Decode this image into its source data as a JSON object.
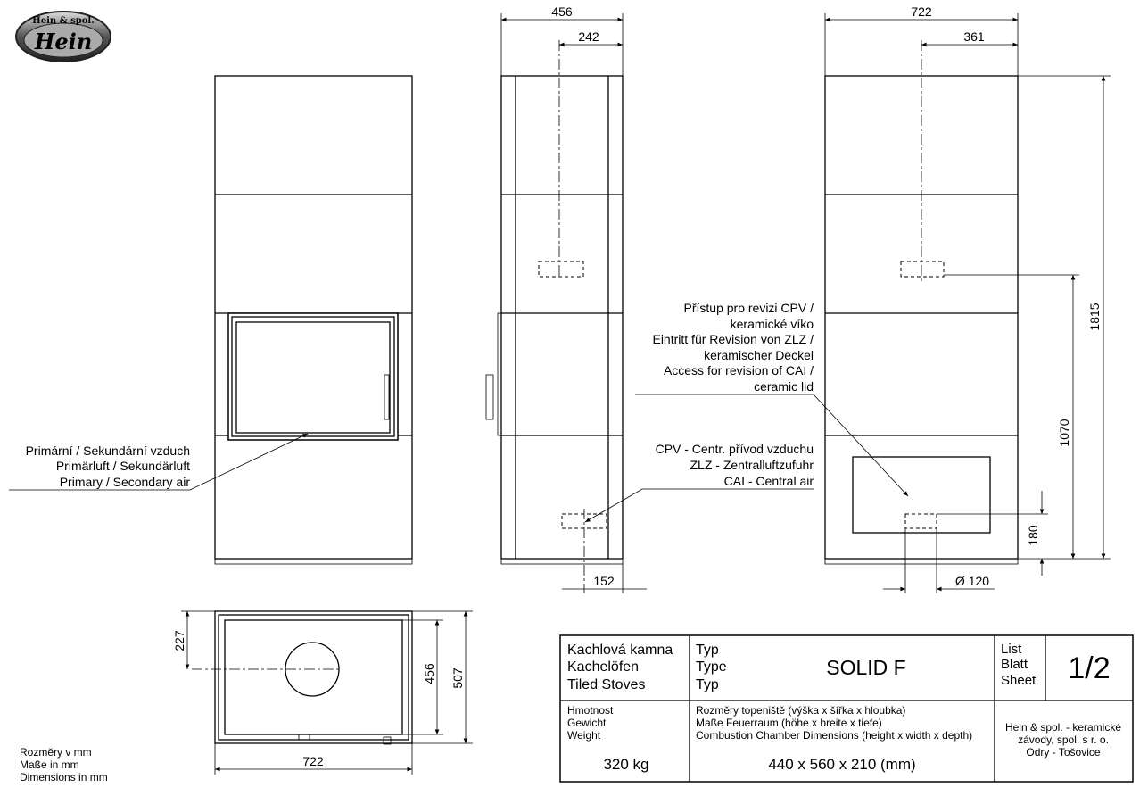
{
  "logo": {
    "top": "Hein & spol.",
    "main": "Hein"
  },
  "front_view": {
    "air_label": [
      "Primární / Sekundární vzduch",
      "Primärluft / Sekundärluft",
      "Primary / Secondary air"
    ]
  },
  "side_view": {
    "dim_width": "456",
    "dim_flue": "242",
    "dim_air": "152"
  },
  "back_view": {
    "dim_width": "722",
    "dim_flue": "361",
    "dim_height": "1815",
    "dim_flue_height": "1070",
    "dim_air_height": "180",
    "dim_air_diameter": "Ø 120",
    "revision_label": [
      "Přístup pro revizi CPV /",
      "keramické víko",
      "Eintritt für Revision von ZLZ /",
      "keramischer Deckel",
      "Access for revision of CAI /",
      "ceramic lid"
    ],
    "central_air_label": [
      "CPV - Centr. přívod vzduchu",
      "ZLZ - Zentralluftzufuhr",
      "CAI - Central air"
    ]
  },
  "top_view": {
    "dim_depth_flue": "227",
    "dim_inner": "456",
    "dim_depth": "507",
    "dim_width": "722"
  },
  "units_note": [
    "Rozměry v mm",
    "Maße in mm",
    "Dimensions in mm"
  ],
  "title_block": {
    "category": [
      "Kachlová kamna",
      "Kachelöfen",
      "Tiled Stoves"
    ],
    "type_label": [
      "Typ",
      "Type",
      "Typ"
    ],
    "type_value": "SOLID F",
    "sheet_label": [
      "List",
      "Blatt",
      "Sheet"
    ],
    "sheet_value": "1/2",
    "weight_label": [
      "Hmotnost",
      "Gewicht",
      "Weight"
    ],
    "weight_value": "320 kg",
    "chamber_label": [
      "Rozměry topeniště (výška x šířka x hloubka)",
      "Maße Feuerraum (höhe x breite x tiefe)",
      "Combustion Chamber Dimensions (height x width x depth)"
    ],
    "chamber_value": "440 x 560 x 210 (mm)",
    "company": [
      "Hein & spol. - keramické",
      "závody, spol. s r. o.",
      "Odry - Tošovice"
    ]
  }
}
